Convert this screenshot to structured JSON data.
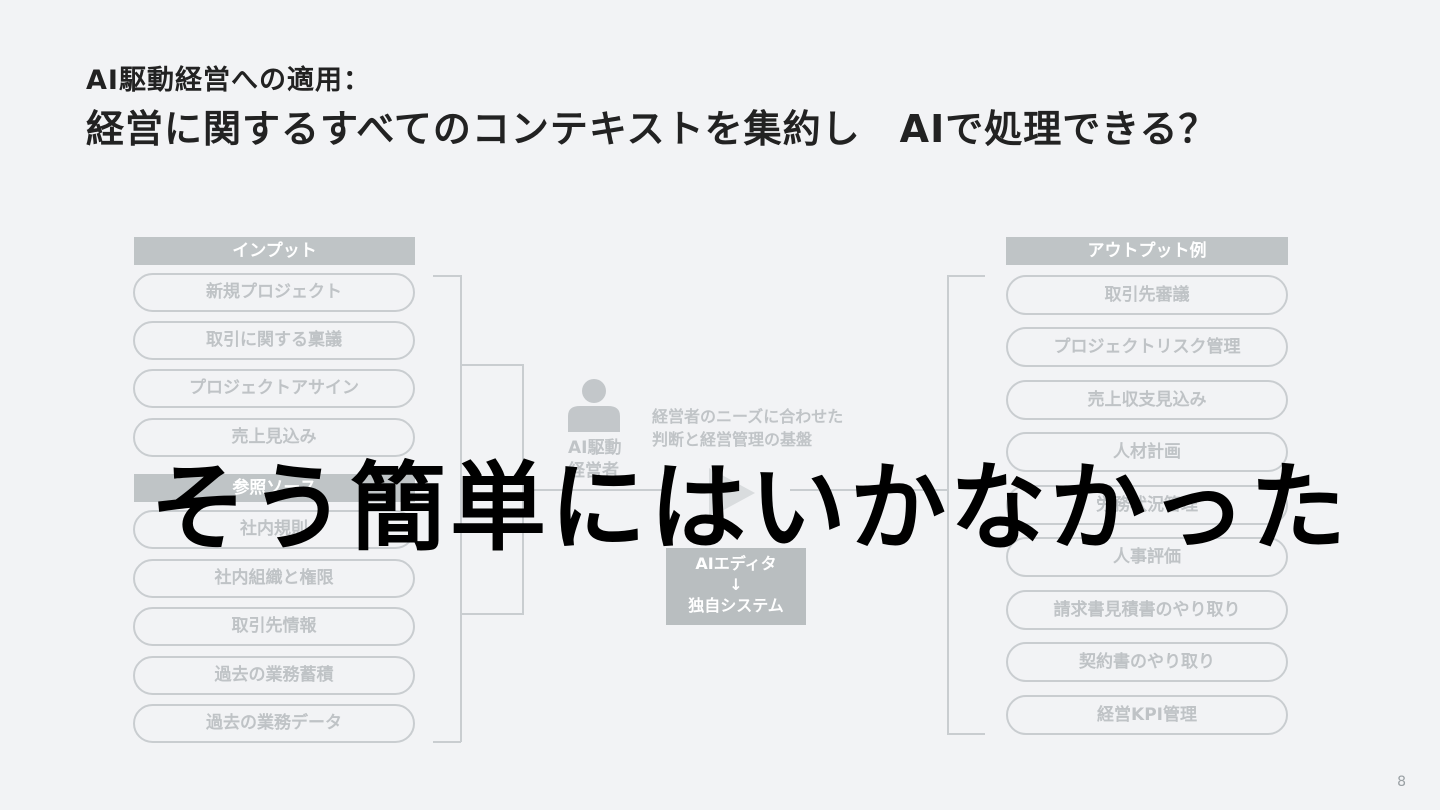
{
  "header": {
    "subtitle": "AI駆動経営への適用：",
    "title": "経営に関するすべてのコンテキストを集約し　AIで処理できる？"
  },
  "left": {
    "input_header": "インプット",
    "input_items": [
      "新規プロジェクト",
      "取引に関する稟議",
      "プロジェクトアサイン",
      "売上見込み"
    ],
    "reference_header": "参照ソース",
    "reference_items": [
      "社内規則",
      "社内組織と権限",
      "取引先情報",
      "過去の業務蓄積",
      "過去の業務データ"
    ]
  },
  "center": {
    "person_label_1": "AI駆動",
    "person_label_2": "経営者",
    "description_1": "経営者のニーズに合わせた",
    "description_2": "判断と経営管理の基盤",
    "editor_line_1": "AIエディタ",
    "editor_arrow": "↓",
    "editor_line_2": "独自システム",
    "play_icon": "play-icon"
  },
  "right": {
    "output_header": "アウトプット例",
    "output_items": [
      "取引先審議",
      "プロジェクトリスク管理",
      "売上収支見込み",
      "人材計画",
      "労務状況管理",
      "人事評価",
      "請求書見積書のやり取り",
      "契約書のやり取り",
      "経営KPI管理"
    ]
  },
  "overlay_text": "そう簡単にはいかなかった",
  "page_number": "8"
}
